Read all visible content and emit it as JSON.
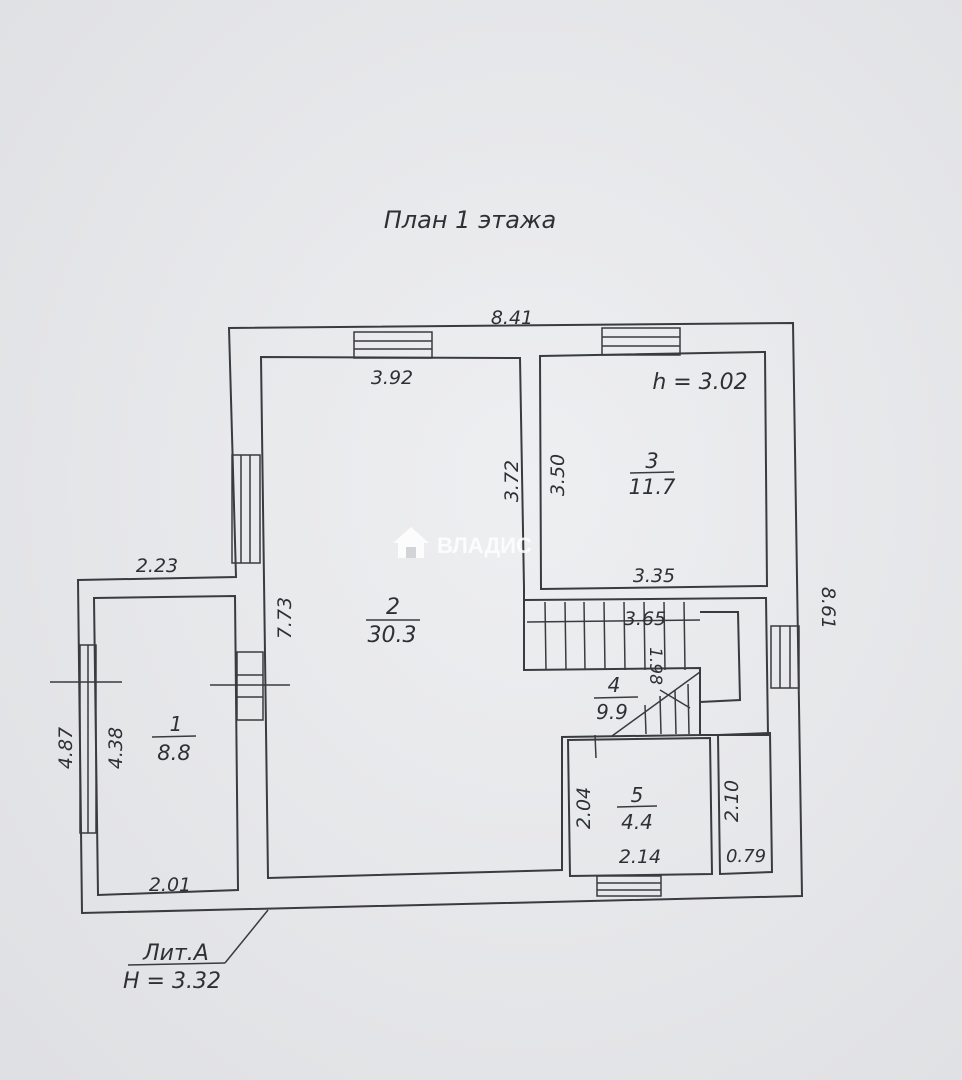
{
  "title": "План 1 этажа",
  "ceiling_height": "h = 3.02",
  "rooms": [
    {
      "number": "1",
      "area": "8.8"
    },
    {
      "number": "2",
      "area": "30.3"
    },
    {
      "number": "3",
      "area": "11.7"
    },
    {
      "number": "4",
      "area": "9.9"
    },
    {
      "number": "5",
      "area": "4.4"
    }
  ],
  "dimensions": {
    "overall_width": "8.41",
    "overall_depth": "8.61",
    "room2_width": "3.92",
    "room2_depth": "7.73",
    "room2_partition": "3.72",
    "room3_depth": "3.50",
    "room3_width": "3.35",
    "stair_width": "3.65",
    "stair_depth": "1.98",
    "annex_width": "2.23",
    "annex_depth": "4.87",
    "room1_depth": "4.38",
    "room1_width": "2.01",
    "room5_depth": "2.04",
    "room5_width": "2.14",
    "closet_depth": "2.10",
    "closet_width": "0.79"
  },
  "legend": {
    "litera": "Лит.А",
    "height": "H = 3.32"
  },
  "watermark": {
    "text": "ВЛАДИС",
    "icon": "house-icon"
  },
  "colors": {
    "paper": "#e9eaec",
    "ink": "#2f3034",
    "watermark": "#ffffff"
  }
}
